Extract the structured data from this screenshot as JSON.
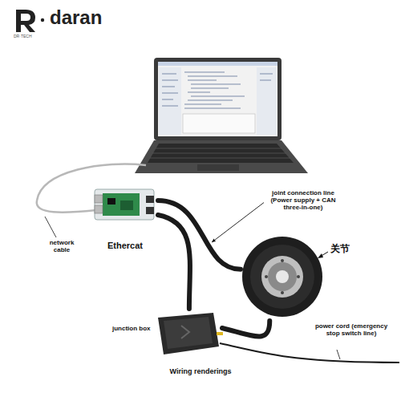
{
  "diagram": {
    "caption": "Wiring renderings",
    "nodes": [
      {
        "text": [
          "Ethercat"
        ]
      },
      {
        "text": [
          "关节"
        ]
      },
      {
        "text": [
          "junction box"
        ]
      }
    ],
    "edges": [
      {
        "from": 0,
        "to": 1,
        "label": "joint connection line (Power supply + CAN three-in-one)",
        "arrow": "none"
      },
      {
        "from": 0,
        "to": 2,
        "arrow": "none"
      },
      {
        "from": 2,
        "to": 1,
        "arrow": "none"
      }
    ],
    "labels": [
      "daran",
      "DR·TECH",
      "network cable",
      "power cord (emergency stop switch line)"
    ]
  }
}
